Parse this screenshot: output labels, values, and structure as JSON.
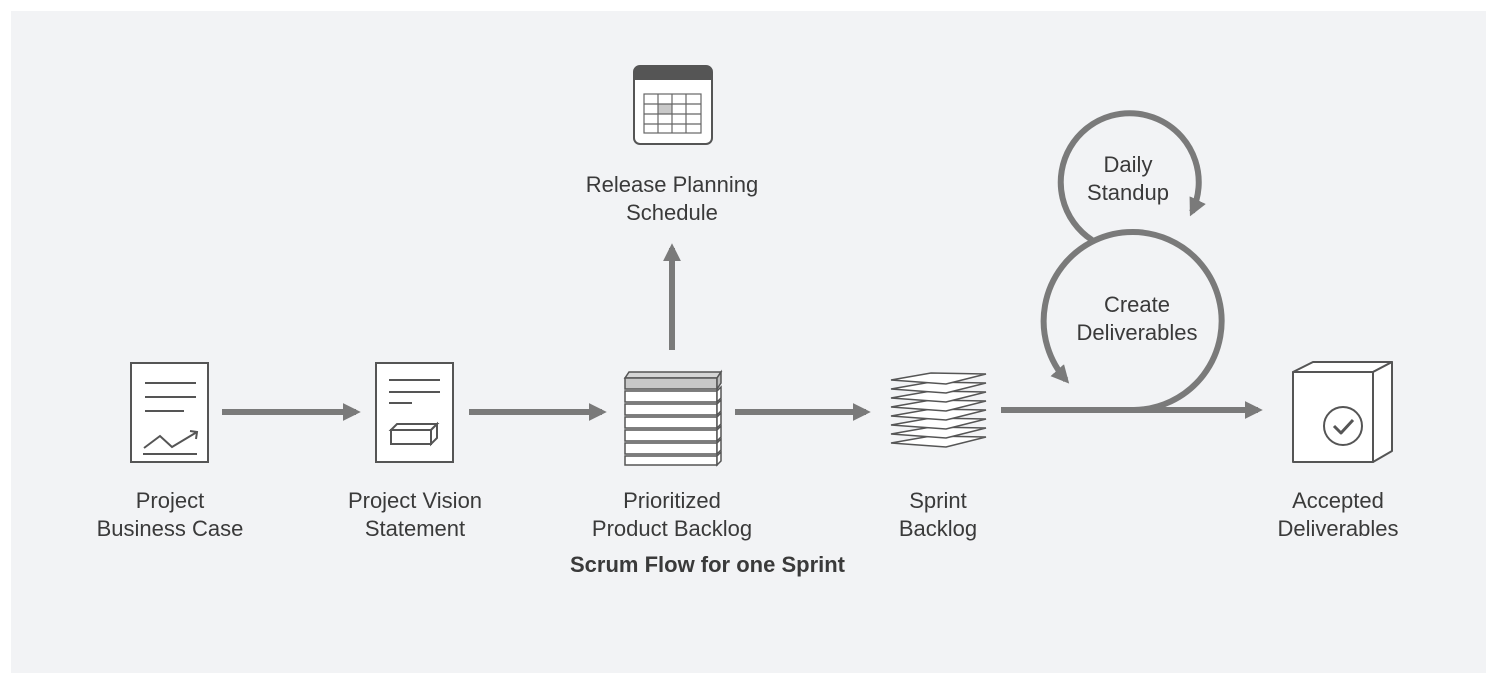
{
  "diagram": {
    "caption": "Scrum Flow for one Sprint",
    "nodes": {
      "business_case": {
        "line1": "Project",
        "line2": "Business Case",
        "icon": "document-chart-icon"
      },
      "vision": {
        "line1": "Project Vision",
        "line2": "Statement",
        "icon": "document-box-icon"
      },
      "backlog": {
        "line1": "Prioritized",
        "line2": "Product Backlog",
        "icon": "stacked-bars-icon"
      },
      "release": {
        "line1": "Release Planning",
        "line2": "Schedule",
        "icon": "calendar-icon"
      },
      "sprint": {
        "line1": "Sprint",
        "line2": "Backlog",
        "icon": "stacked-sheets-icon"
      },
      "accepted": {
        "line1": "Accepted",
        "line2": "Deliverables",
        "icon": "checked-box-icon"
      }
    },
    "loops": {
      "daily": {
        "line1": "Daily",
        "line2": "Standup"
      },
      "create": {
        "line1": "Create",
        "line2": "Deliverables"
      }
    },
    "colors": {
      "background": "#f2f3f5",
      "arrow": "#7a7a7a",
      "icon_stroke": "#555555",
      "icon_fill": "#ffffff",
      "text": "#3a3a3a"
    }
  }
}
